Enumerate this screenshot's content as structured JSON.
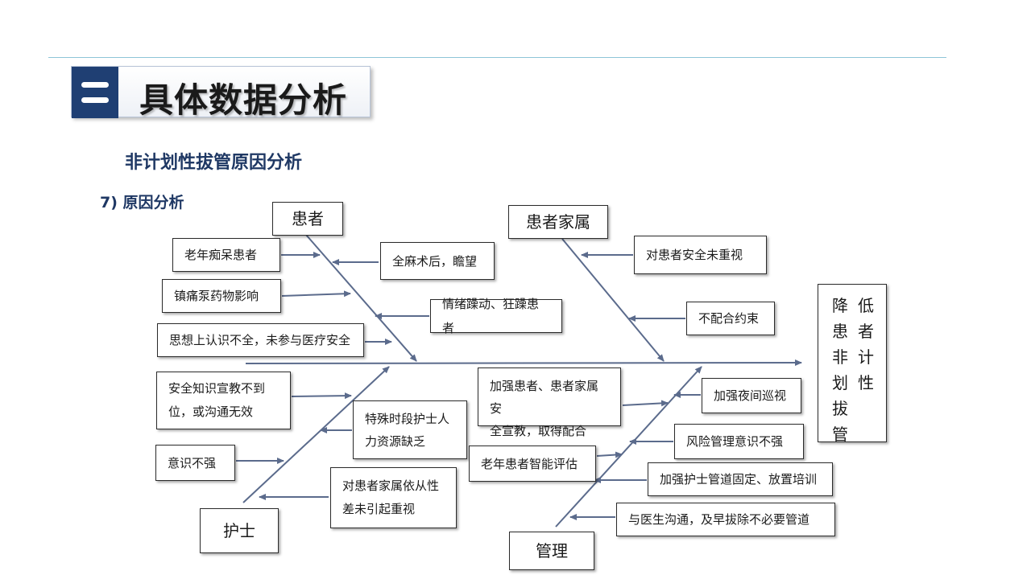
{
  "header": {
    "number_glyph": "二",
    "title": "具体数据分析"
  },
  "subtitle": "非计划性拔管原因分析",
  "section_label": "7) 原因分析",
  "categories": {
    "patient": "患者",
    "family": "患者家属",
    "nurse": "护士",
    "management": "管理"
  },
  "result": {
    "col_right": "低者计性",
    "col_left": "降患非划拔管"
  },
  "causes": {
    "elderly_dementia": "老年痴呆患者",
    "analgesic_pump": "镇痛泵药物影响",
    "safety_awareness": "思想上认识不全，未参与医疗安全",
    "post_anesthesia": "全麻术后，瞻望",
    "agitated": "情绪躁动、狂躁患者",
    "family_neglect": "对患者安全未重视",
    "non_cooperation": "不配合约束",
    "education_line1": "安全知识宣教不到",
    "education_line2": "位，或沟通无效",
    "weak_awareness": "意识不强",
    "staffing_line1": "特殊时段护士人",
    "staffing_line2": "力资源缺乏",
    "compliance_line1": "对患者家属依从性",
    "compliance_line2": "差未引起重视",
    "strengthen_edu_line1": "加强患者、患者家属安",
    "strengthen_edu_line2": "全宣教，取得配合",
    "night_rounds": "加强夜间巡视",
    "risk_awareness": "风险管理意识不强",
    "elderly_assessment": "老年患者智能评估",
    "fixation_training": "加强护士管道固定、放置培训",
    "doctor_communication": "与医生沟通，及早拔除不必要管道"
  },
  "colors": {
    "title_block": "#1f3f73",
    "subtitle": "#1f3864",
    "arrow": "#5b6b8c",
    "rule": "#8ec5d8"
  }
}
